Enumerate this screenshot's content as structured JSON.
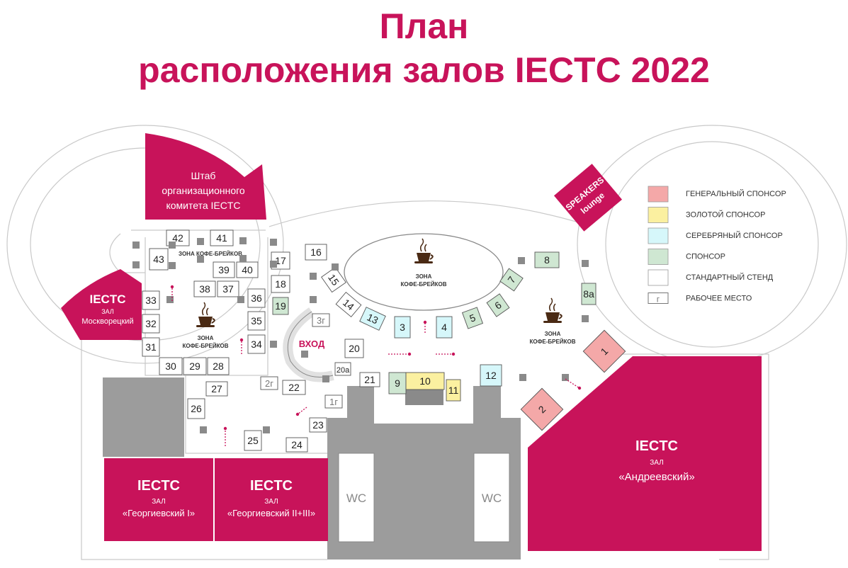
{
  "title": {
    "line1": "План",
    "line2": "расположения залов IECTC 2022"
  },
  "colors": {
    "brand": "#c8135a",
    "gray": "#9c9c9c",
    "general": "#f4a8a8",
    "gold": "#fbf0a0",
    "silver": "#d6f7fa",
    "sponsor": "#cfe7d2",
    "standard": "#ffffff"
  },
  "legend": [
    {
      "key": "general",
      "label": "ГЕНЕРАЛЬНЫЙ СПОНСОР"
    },
    {
      "key": "gold",
      "label": "ЗОЛОТОЙ СПОНСОР"
    },
    {
      "key": "silver",
      "label": "СЕРЕБРЯНЫЙ СПОНСОР"
    },
    {
      "key": "sponsor",
      "label": "СПОНСОР"
    },
    {
      "key": "standard",
      "label": "СТАНДАРТНЫЙ СТЕНД"
    },
    {
      "key": "workplace",
      "label": "РАБОЧЕЕ МЕСТО",
      "symbol": "г"
    }
  ],
  "rooms": {
    "hq": {
      "lines": [
        "Штаб",
        "организационного",
        "комитета IECTC"
      ]
    },
    "moskvoretsky": {
      "brand": "IECTC",
      "hall": "ЗАЛ",
      "name": "Москворецкий"
    },
    "georgievsky1": {
      "brand": "IECTC",
      "hall": "ЗАЛ",
      "name": "«Георгиевский I»"
    },
    "georgievsky23": {
      "brand": "IECTC",
      "hall": "ЗАЛ",
      "name": "«Георгиевский II+III»"
    },
    "andreevsky": {
      "brand": "IECTC",
      "hall": "ЗАЛ",
      "name": "«Андреевский»"
    },
    "speakers": {
      "line1": "SPEAKERS",
      "line2": "lounge"
    },
    "wc_left": "WC",
    "wc_right": "WC"
  },
  "labels": {
    "entrance": "ВХОД",
    "coffee_line1": "ЗОНА",
    "coffee_line2": "КОФЕ-БРЕЙКОВ",
    "coffee_single": "ЗОНА КОФЕ-БРЕЙКОВ"
  },
  "workplaces": [
    "3г",
    "2г",
    "1г"
  ],
  "stands": [
    {
      "label": "1",
      "tier": "general"
    },
    {
      "label": "2",
      "tier": "general"
    },
    {
      "label": "3",
      "tier": "silver"
    },
    {
      "label": "4",
      "tier": "silver"
    },
    {
      "label": "5",
      "tier": "sponsor"
    },
    {
      "label": "6",
      "tier": "sponsor"
    },
    {
      "label": "7",
      "tier": "sponsor"
    },
    {
      "label": "8",
      "tier": "sponsor"
    },
    {
      "label": "8а",
      "tier": "sponsor"
    },
    {
      "label": "9",
      "tier": "sponsor"
    },
    {
      "label": "10",
      "tier": "gold"
    },
    {
      "label": "11",
      "tier": "gold"
    },
    {
      "label": "12",
      "tier": "silver"
    },
    {
      "label": "13",
      "tier": "silver"
    },
    {
      "label": "14",
      "tier": "standard"
    },
    {
      "label": "15",
      "tier": "standard"
    },
    {
      "label": "16",
      "tier": "standard"
    },
    {
      "label": "17",
      "tier": "standard"
    },
    {
      "label": "18",
      "tier": "standard"
    },
    {
      "label": "19",
      "tier": "sponsor"
    },
    {
      "label": "20",
      "tier": "standard"
    },
    {
      "label": "20а",
      "tier": "standard"
    },
    {
      "label": "21",
      "tier": "standard"
    },
    {
      "label": "22",
      "tier": "standard"
    },
    {
      "label": "23",
      "tier": "standard"
    },
    {
      "label": "24",
      "tier": "standard"
    },
    {
      "label": "25",
      "tier": "standard"
    },
    {
      "label": "26",
      "tier": "standard"
    },
    {
      "label": "27",
      "tier": "standard"
    },
    {
      "label": "28",
      "tier": "standard"
    },
    {
      "label": "29",
      "tier": "standard"
    },
    {
      "label": "30",
      "tier": "standard"
    },
    {
      "label": "31",
      "tier": "standard"
    },
    {
      "label": "32",
      "tier": "standard"
    },
    {
      "label": "33",
      "tier": "standard"
    },
    {
      "label": "34",
      "tier": "standard"
    },
    {
      "label": "35",
      "tier": "standard"
    },
    {
      "label": "36",
      "tier": "standard"
    },
    {
      "label": "37",
      "tier": "standard"
    },
    {
      "label": "38",
      "tier": "standard"
    },
    {
      "label": "39",
      "tier": "standard"
    },
    {
      "label": "40",
      "tier": "standard"
    },
    {
      "label": "41",
      "tier": "standard"
    },
    {
      "label": "42",
      "tier": "standard"
    },
    {
      "label": "43",
      "tier": "standard"
    }
  ]
}
